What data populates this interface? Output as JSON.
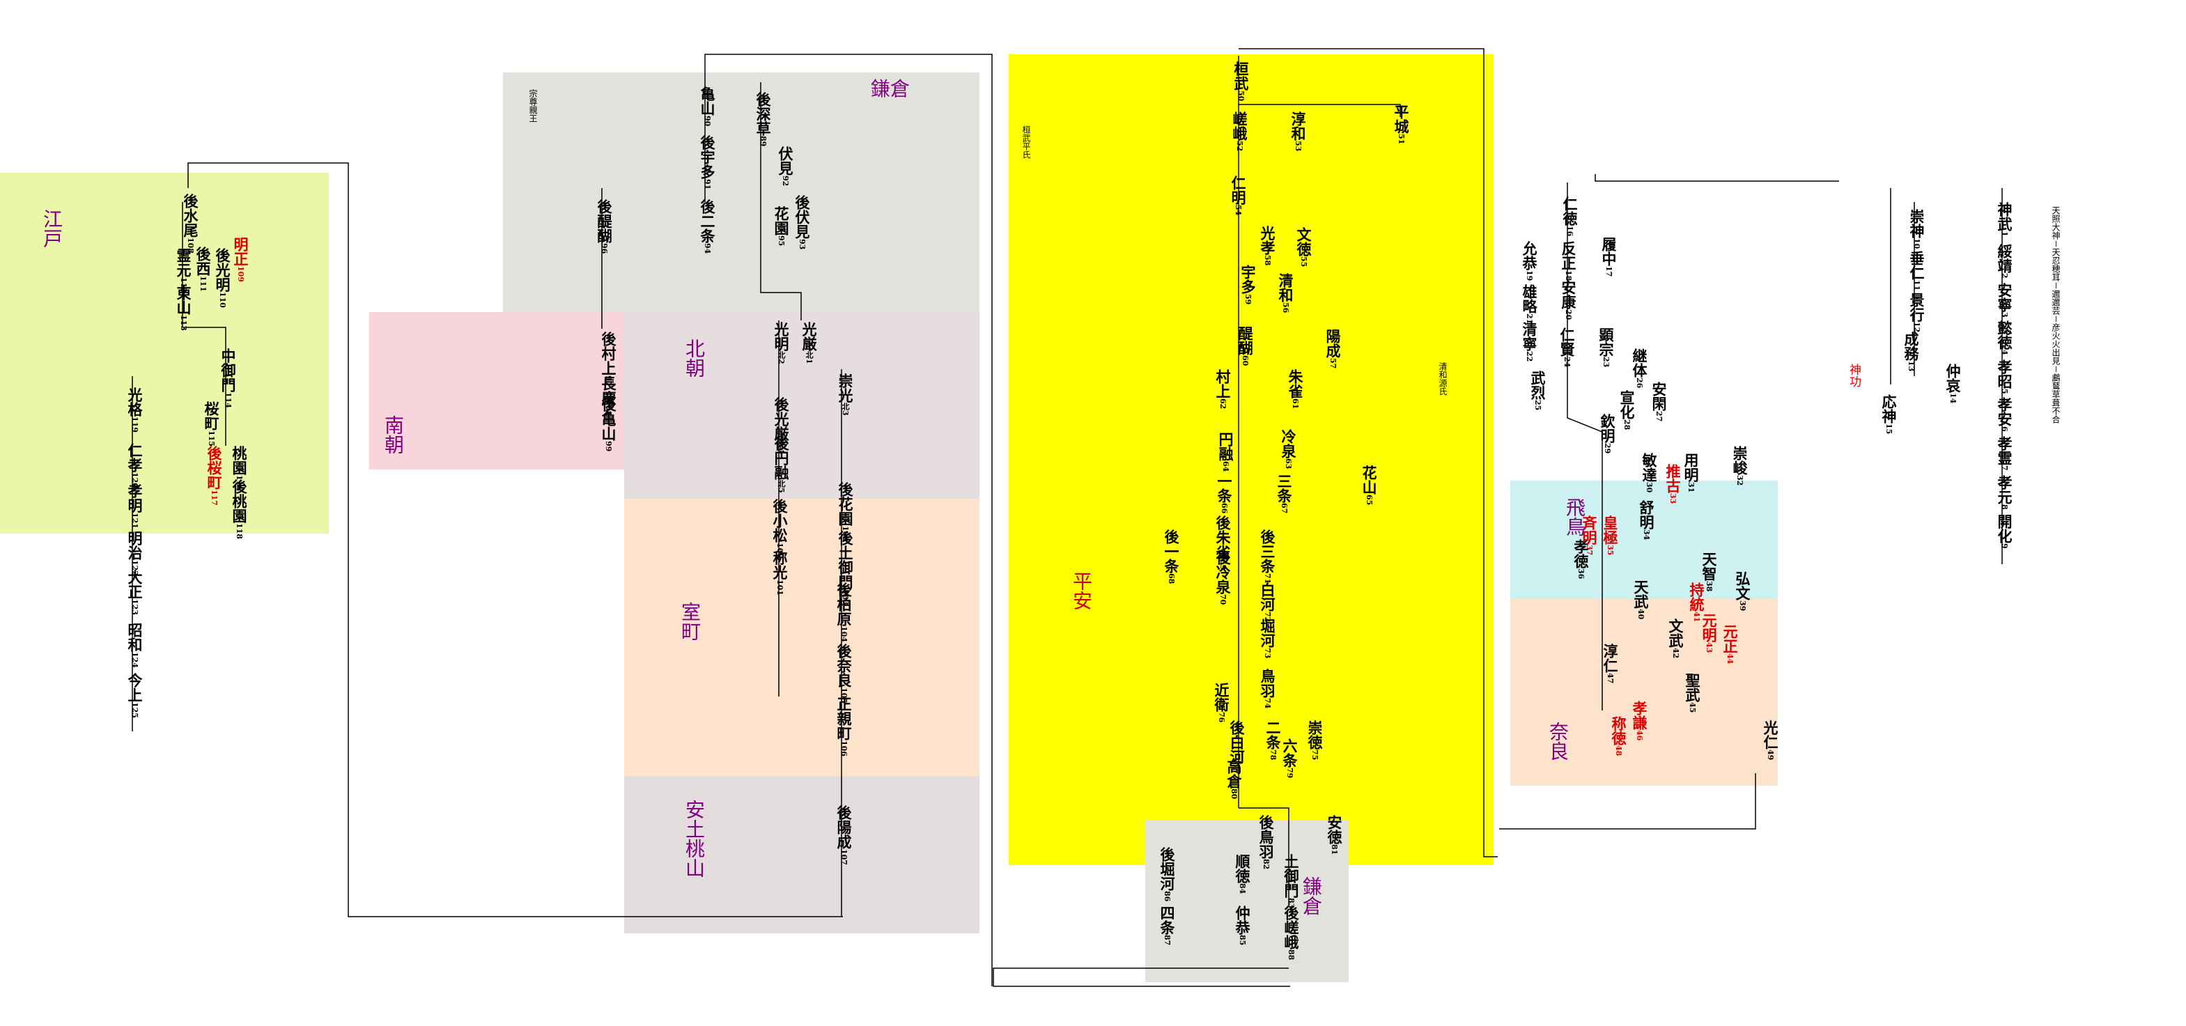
{
  "colors": {
    "edo": "#eaf7a8",
    "kamakura_top": "#e2e2dc",
    "nanboku": "#f8d5da",
    "kitachou": "#e6dede",
    "muromachi": "#fde3cc",
    "azuchi": "#e3dcdc",
    "heian": "#ffff00",
    "kamakura_bottom": "#e2e2dc",
    "asuka": "#cdf0f0",
    "nara": "#fde3cc",
    "era_text": "#800080",
    "line": "#000000"
  },
  "eras": {
    "edo": "江戸",
    "kamakura_top": "鎌倉",
    "kitachou": "北朝",
    "nanchou": "南朝",
    "muromachi": "室町",
    "azuchi": "安土桃山",
    "heian": "平安",
    "kamakura_bottom": "鎌倉",
    "asuka": "飛鳥",
    "nara": "奈良"
  },
  "emperors": {
    "e1": {
      "name": "神武",
      "num": "1"
    },
    "e2": {
      "name": "綏靖",
      "num": "2"
    },
    "e3": {
      "name": "安寧",
      "num": "3"
    },
    "e4": {
      "name": "懿徳",
      "num": "4"
    },
    "e5": {
      "name": "孝昭",
      "num": "5"
    },
    "e6": {
      "name": "孝安",
      "num": "6"
    },
    "e7": {
      "name": "孝霊",
      "num": "7"
    },
    "e8": {
      "name": "孝元",
      "num": "8"
    },
    "e9": {
      "name": "開化",
      "num": "9"
    },
    "e10": {
      "name": "崇神",
      "num": "10"
    },
    "e11": {
      "name": "垂仁",
      "num": "11"
    },
    "e12": {
      "name": "景行",
      "num": "12"
    },
    "e13": {
      "name": "成務",
      "num": "13"
    },
    "e14": {
      "name": "仲哀",
      "num": "14"
    },
    "e15": {
      "name": "応神",
      "num": "15"
    },
    "e16": {
      "name": "仁徳",
      "num": "16"
    },
    "e17": {
      "name": "履中",
      "num": "17"
    },
    "e18": {
      "name": "反正",
      "num": "18"
    },
    "e19": {
      "name": "允恭",
      "num": "19"
    },
    "e20": {
      "name": "安康",
      "num": "20"
    },
    "e21": {
      "name": "雄略",
      "num": "21"
    },
    "e22": {
      "name": "清寧",
      "num": "22"
    },
    "e23": {
      "name": "顕宗",
      "num": "23"
    },
    "e24": {
      "name": "仁賢",
      "num": "24"
    },
    "e25": {
      "name": "武烈",
      "num": "25"
    },
    "e26": {
      "name": "継体",
      "num": "26"
    },
    "e27": {
      "name": "安閑",
      "num": "27"
    },
    "e28": {
      "name": "宣化",
      "num": "28"
    },
    "e29": {
      "name": "欽明",
      "num": "29"
    },
    "e30": {
      "name": "敏達",
      "num": "30"
    },
    "e31": {
      "name": "用明",
      "num": "31"
    },
    "e32": {
      "name": "崇峻",
      "num": "32"
    },
    "e33": {
      "name": "推古",
      "num": "33"
    },
    "e34": {
      "name": "舒明",
      "num": "34"
    },
    "e35": {
      "name": "皇極",
      "num": "35"
    },
    "e36": {
      "name": "孝徳",
      "num": "36"
    },
    "e37": {
      "name": "斉明",
      "num": "37"
    },
    "e38": {
      "name": "天智",
      "num": "38"
    },
    "e39": {
      "name": "弘文",
      "num": "39"
    },
    "e40": {
      "name": "天武",
      "num": "40"
    },
    "e41": {
      "name": "持統",
      "num": "41"
    },
    "e42": {
      "name": "文武",
      "num": "42"
    },
    "e43": {
      "name": "元明",
      "num": "43"
    },
    "e44": {
      "name": "元正",
      "num": "44"
    },
    "e45": {
      "name": "聖武",
      "num": "45"
    },
    "e46": {
      "name": "孝謙",
      "num": "46"
    },
    "e47": {
      "name": "淳仁",
      "num": "47"
    },
    "e48": {
      "name": "称徳",
      "num": "48"
    },
    "e49": {
      "name": "光仁",
      "num": "49"
    },
    "e50": {
      "name": "桓武",
      "num": "50"
    },
    "e51": {
      "name": "平城",
      "num": "51"
    },
    "e52": {
      "name": "嵯峨",
      "num": "52"
    },
    "e53": {
      "name": "淳和",
      "num": "53"
    },
    "e54": {
      "name": "仁明",
      "num": "54"
    },
    "e55": {
      "name": "文徳",
      "num": "55"
    },
    "e56": {
      "name": "清和",
      "num": "56"
    },
    "e57": {
      "name": "陽成",
      "num": "57"
    },
    "e58": {
      "name": "光孝",
      "num": "58"
    },
    "e59": {
      "name": "宇多",
      "num": "59"
    },
    "e60": {
      "name": "醍醐",
      "num": "60"
    },
    "e61": {
      "name": "朱雀",
      "num": "61"
    },
    "e62": {
      "name": "村上",
      "num": "62"
    },
    "e63": {
      "name": "冷泉",
      "num": "63"
    },
    "e64": {
      "name": "円融",
      "num": "64"
    },
    "e65": {
      "name": "花山",
      "num": "65"
    },
    "e66": {
      "name": "一条",
      "num": "66"
    },
    "e67": {
      "name": "三条",
      "num": "67"
    },
    "e68": {
      "name": "後一条",
      "num": "68"
    },
    "e69": {
      "name": "後朱雀",
      "num": "69"
    },
    "e70": {
      "name": "後冷泉",
      "num": "70"
    },
    "e71": {
      "name": "後三条",
      "num": "71"
    },
    "e72": {
      "name": "白河",
      "num": "72"
    },
    "e73": {
      "name": "堀河",
      "num": "73"
    },
    "e74": {
      "name": "鳥羽",
      "num": "74"
    },
    "e75": {
      "name": "崇徳",
      "num": "75"
    },
    "e76": {
      "name": "近衛",
      "num": "76"
    },
    "e77": {
      "name": "後白河",
      "num": "77"
    },
    "e78": {
      "name": "二条",
      "num": "78"
    },
    "e79": {
      "name": "六条",
      "num": "79"
    },
    "e80": {
      "name": "高倉",
      "num": "80"
    },
    "e81": {
      "name": "安徳",
      "num": "81"
    },
    "e82": {
      "name": "後鳥羽",
      "num": "82"
    },
    "e83": {
      "name": "土御門",
      "num": "83"
    },
    "e84": {
      "name": "順徳",
      "num": "84"
    },
    "e85": {
      "name": "仲恭",
      "num": "85"
    },
    "e86": {
      "name": "後堀河",
      "num": "86"
    },
    "e87": {
      "name": "四条",
      "num": "87"
    },
    "e88": {
      "name": "後嵯峨",
      "num": "88"
    },
    "e89": {
      "name": "後深草",
      "num": "89"
    },
    "e90": {
      "name": "亀山",
      "num": "90"
    },
    "e91": {
      "name": "後宇多",
      "num": "91"
    },
    "e92": {
      "name": "伏見",
      "num": "92"
    },
    "e93": {
      "name": "後伏見",
      "num": "93"
    },
    "e94": {
      "name": "後二条",
      "num": "94"
    },
    "e95": {
      "name": "花園",
      "num": "95"
    },
    "e96": {
      "name": "後醍醐",
      "num": "96"
    },
    "e97": {
      "name": "後村上",
      "num": "97"
    },
    "e98": {
      "name": "長慶",
      "num": "98"
    },
    "e99": {
      "name": "後亀山",
      "num": "99"
    },
    "n1": {
      "name": "光厳",
      "num": "北1"
    },
    "n2": {
      "name": "光明",
      "num": "北2"
    },
    "n3": {
      "name": "崇光",
      "num": "北3"
    },
    "n4": {
      "name": "後光厳",
      "num": "北4"
    },
    "n5": {
      "name": "後円融",
      "num": "北5"
    },
    "e100": {
      "name": "後小松",
      "num": "100"
    },
    "e101": {
      "name": "称光",
      "num": "101"
    },
    "e102": {
      "name": "後花園",
      "num": "102"
    },
    "e103": {
      "name": "後土御門",
      "num": "103"
    },
    "e104": {
      "name": "後柏原",
      "num": "104"
    },
    "e105": {
      "name": "後奈良",
      "num": "105"
    },
    "e106": {
      "name": "正親町",
      "num": "106"
    },
    "e107": {
      "name": "後陽成",
      "num": "107"
    },
    "e108": {
      "name": "後水尾",
      "num": "108"
    },
    "e109": {
      "name": "明正",
      "num": "109"
    },
    "e110": {
      "name": "後光明",
      "num": "110"
    },
    "e111": {
      "name": "後西",
      "num": "111"
    },
    "e112": {
      "name": "霊元",
      "num": "112"
    },
    "e113": {
      "name": "東山",
      "num": "113"
    },
    "e114": {
      "name": "中御門",
      "num": "114"
    },
    "e115": {
      "name": "桜町",
      "num": "115"
    },
    "e116": {
      "name": "桃園",
      "num": "116"
    },
    "e117": {
      "name": "後桜町",
      "num": "117"
    },
    "e118": {
      "name": "後桃園",
      "num": "118"
    },
    "e119": {
      "name": "光格",
      "num": "119"
    },
    "e120": {
      "name": "仁孝",
      "num": "120"
    },
    "e121": {
      "name": "孝明",
      "num": "121"
    },
    "e122": {
      "name": "明治",
      "num": "122"
    },
    "e123": {
      "name": "大正",
      "num": "123"
    },
    "e124": {
      "name": "昭和",
      "num": "124"
    },
    "e125": {
      "name": "今上",
      "num": "125"
    }
  },
  "others": {
    "amaterasu": "天照大神－天忍穂耳－邇邇芸－彦火火出見－鸕鶿草葺不合",
    "jingu": "神功",
    "heian_annot": "桓武平氏",
    "seiwa_annot": "清和源氏",
    "kamakura_miya": "宗尊親王"
  }
}
